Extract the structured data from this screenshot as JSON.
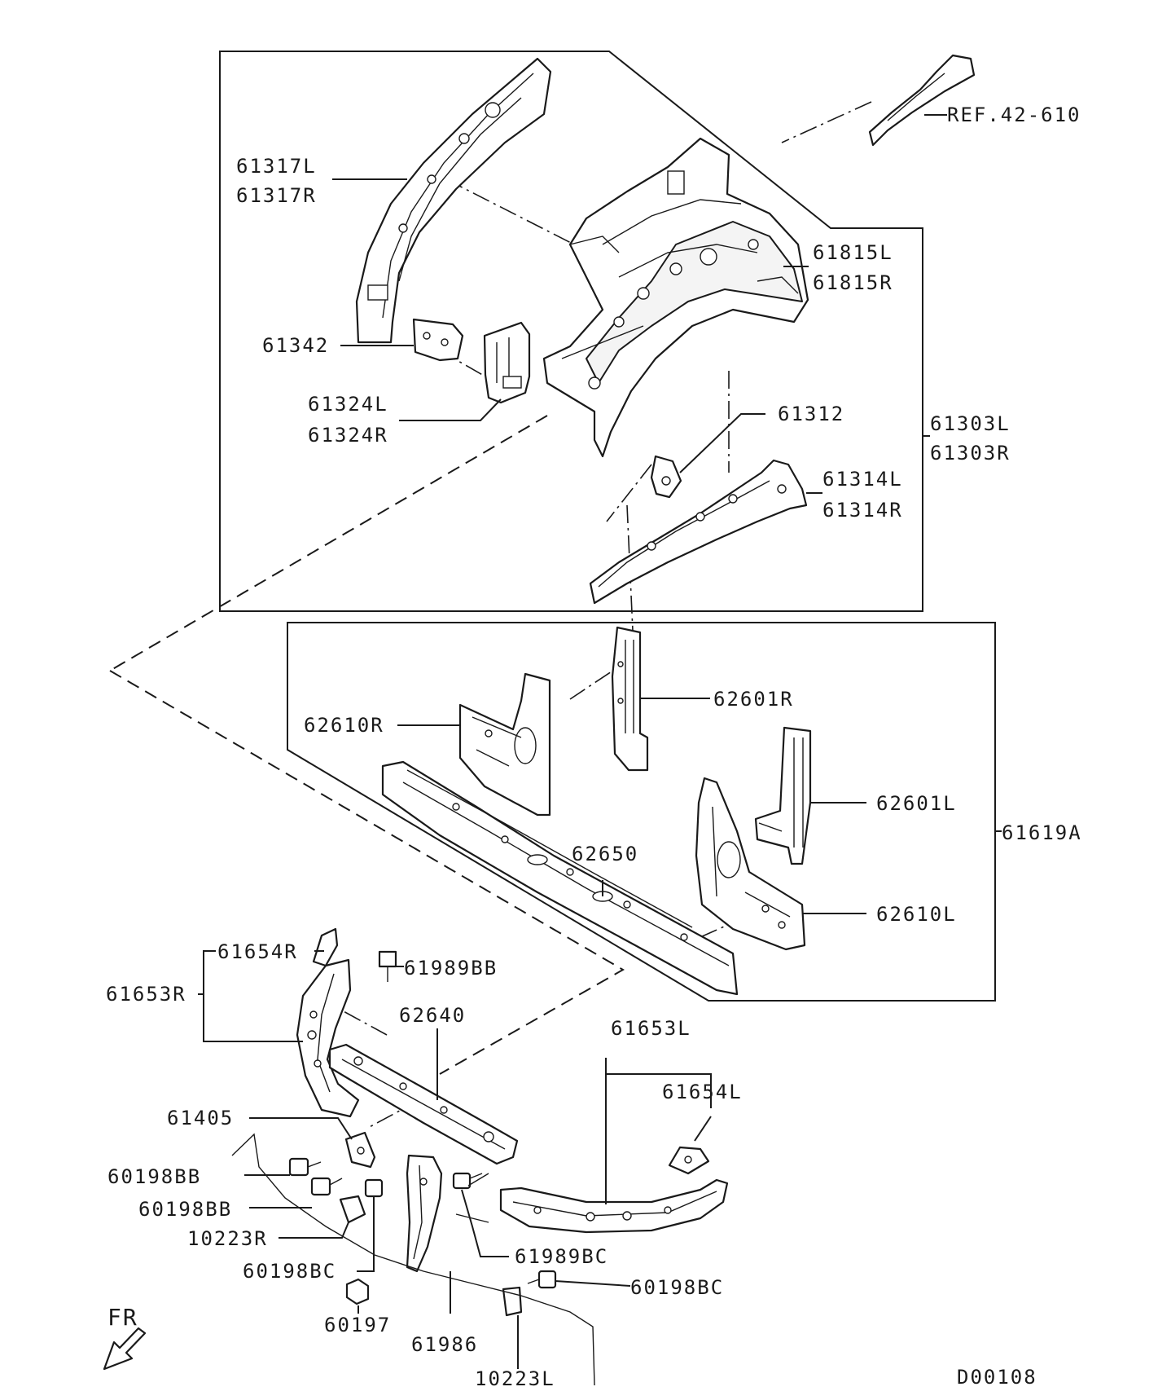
{
  "diagram_id": "D00108",
  "front_marker": "FR",
  "labels": {
    "p61317": [
      "61317L",
      "61317R"
    ],
    "ref": "REF.42-610",
    "p61815": [
      "61815L",
      "61815R"
    ],
    "p61342": "61342",
    "p61324": [
      "61324L",
      "61324R"
    ],
    "p61312": "61312",
    "p61303": [
      "61303L",
      "61303R"
    ],
    "p61314": [
      "61314L",
      "61314R"
    ],
    "p62601R": "62601R",
    "p62610R": "62610R",
    "p62601L": "62601L",
    "p61619A": "61619A",
    "p62650": "62650",
    "p62610L": "62610L",
    "p61654R": "61654R",
    "p61989BB": "61989BB",
    "p61653R": "61653R",
    "p62640": "62640",
    "p61653L": "61653L",
    "p61654L": "61654L",
    "p61405": "61405",
    "p60198BB_a": "60198BB",
    "p60198BB_b": "60198BB",
    "p10223R": "10223R",
    "p61989BC": "61989BC",
    "p60198BC_a": "60198BC",
    "p60198BC_b": "60198BC",
    "p60197": "60197",
    "p61986": "61986",
    "p10223L": "10223L"
  }
}
